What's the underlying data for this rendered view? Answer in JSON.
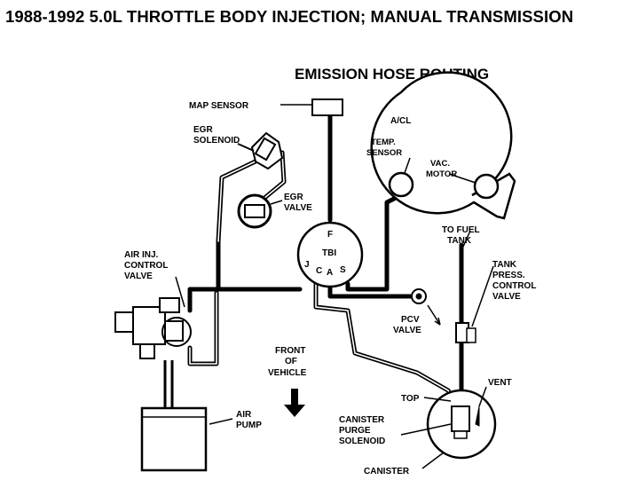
{
  "page_title": "1988-1992 5.0L THROTTLE BODY INJECTION; MANUAL TRANSMISSION",
  "diagram_title": "EMISSION HOSE ROUTING",
  "labels": {
    "map_sensor": "MAP SENSOR",
    "egr_solenoid": [
      "EGR",
      "SOLENOID"
    ],
    "egr_valve": [
      "EGR",
      "VALVE"
    ],
    "air_inj_valve": [
      "AIR INJ.",
      "CONTROL",
      "VALVE"
    ],
    "acl": "A/CL",
    "temp_sensor": [
      "TEMP.",
      "SENSOR"
    ],
    "vac_motor": [
      "VAC.",
      "MOTOR"
    ],
    "tbi": "TBI",
    "tbi_ports": {
      "f": "F",
      "j": "J",
      "c": "C",
      "a": "A",
      "s": "S"
    },
    "to_fuel_tank": [
      "TO FUEL",
      "TANK"
    ],
    "tank_press_valve": [
      "TANK",
      "PRESS.",
      "CONTROL",
      "VALVE"
    ],
    "pcv_valve": [
      "PCV",
      "VALVE"
    ],
    "front_of_vehicle": [
      "FRONT",
      "OF",
      "VEHICLE"
    ],
    "air_pump": [
      "AIR",
      "PUMP"
    ],
    "top": "TOP",
    "vent": "VENT",
    "canister_purge": [
      "CANISTER",
      "PURGE",
      "SOLENOID"
    ],
    "canister": "CANISTER"
  }
}
